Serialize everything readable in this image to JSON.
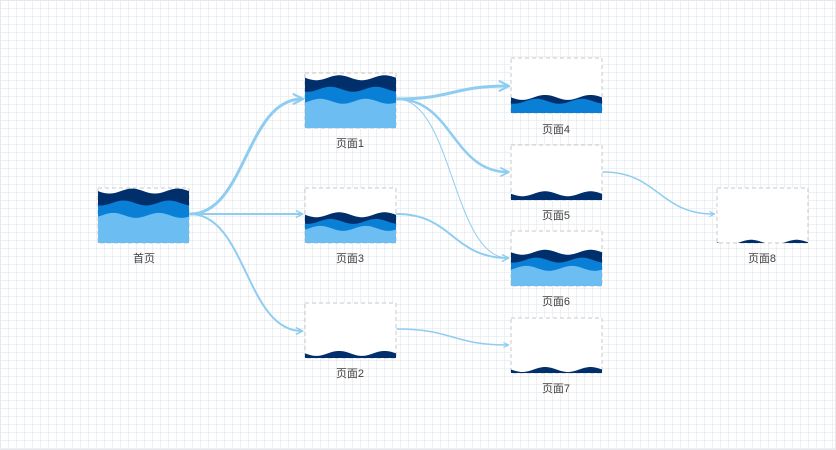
{
  "colors": {
    "edge": "#8fcdf0",
    "node_border": "#c8c8c8",
    "wave_dark": "#002f6c",
    "wave_mid": "#0a7fd6",
    "wave_light": "#6bbdf2"
  },
  "nodes": [
    {
      "id": "home",
      "label": "首页",
      "fill": 0.98
    },
    {
      "id": "page1",
      "label": "页面1",
      "fill": 0.95
    },
    {
      "id": "page3",
      "label": "页面3",
      "fill": 0.55
    },
    {
      "id": "page2",
      "label": "页面2",
      "fill": 0.12
    },
    {
      "id": "page4",
      "label": "页面4",
      "fill": 0.32
    },
    {
      "id": "page5",
      "label": "页面5",
      "fill": 0.15
    },
    {
      "id": "page6",
      "label": "页面6",
      "fill": 0.65
    },
    {
      "id": "page7",
      "label": "页面7",
      "fill": 0.1
    },
    {
      "id": "page8",
      "label": "页面8",
      "fill": 0.05
    }
  ],
  "edges": [
    {
      "from": "home",
      "to": "page1",
      "weight": 3
    },
    {
      "from": "home",
      "to": "page3",
      "weight": 2
    },
    {
      "from": "home",
      "to": "page2",
      "weight": 2
    },
    {
      "from": "page1",
      "to": "page4",
      "weight": 3
    },
    {
      "from": "page1",
      "to": "page5",
      "weight": 2.5
    },
    {
      "from": "page1",
      "to": "page6",
      "weight": 1
    },
    {
      "from": "page3",
      "to": "page6",
      "weight": 2
    },
    {
      "from": "page2",
      "to": "page7",
      "weight": 1.5
    },
    {
      "from": "page5",
      "to": "page8",
      "weight": 1.5
    }
  ]
}
